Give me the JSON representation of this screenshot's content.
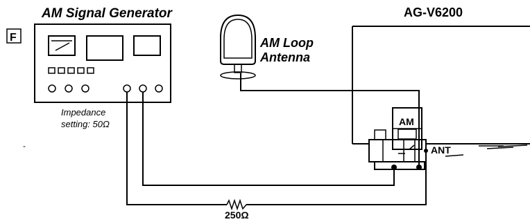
{
  "generator": {
    "title": "AM Signal Generator",
    "panel_marker": "F",
    "impedance_line1": "Impedance",
    "impedance_line2": "setting: 50Ω"
  },
  "antenna": {
    "label_line1": "AM Loop",
    "label_line2": "Antenna"
  },
  "device": {
    "title": "AG-V6200",
    "am_label": "AM",
    "ant_label": "ANT"
  },
  "resistor": {
    "label": "250Ω"
  }
}
